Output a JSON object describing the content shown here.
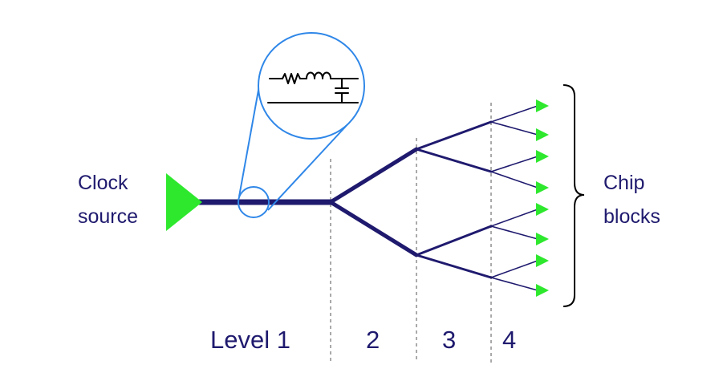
{
  "colors": {
    "wire": "#1f1a6e",
    "buffer": "#2ee82e",
    "zoom": "#2f87e8",
    "circuit": "#000000",
    "divider": "#555555",
    "brace": "#000000"
  },
  "labels": {
    "source_line1": "Clock",
    "source_line2": "source",
    "sink_line1": "Chip",
    "sink_line2": "blocks",
    "level1": "Level 1",
    "level2": "2",
    "level3": "3",
    "level4": "4"
  },
  "icons": {
    "source": "triangle-buffer",
    "sinks": "triangle-buffer",
    "zoom": "magnifier-circle",
    "circuit": "rlc-circuit",
    "brace": "right-curly-brace"
  },
  "tree": {
    "levels": 4,
    "fanout": 2,
    "sink_count": 8
  }
}
